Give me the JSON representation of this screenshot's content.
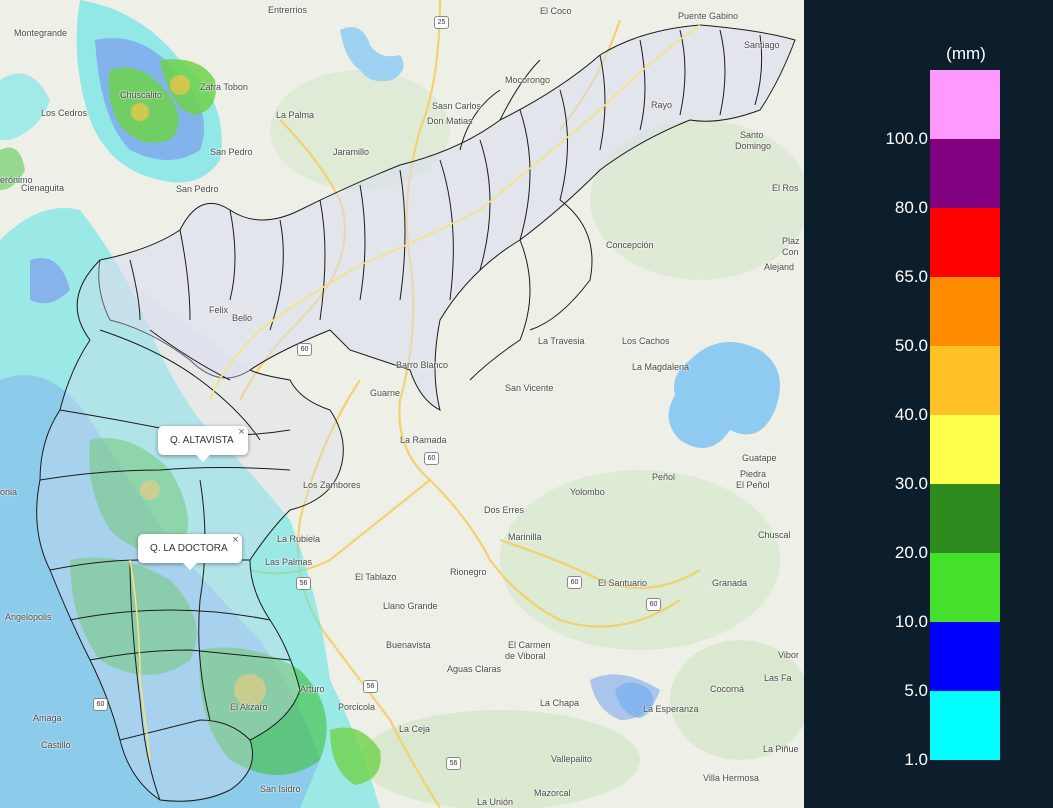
{
  "map": {
    "places": [
      {
        "name": "Montegrande"
      },
      {
        "name": "Entrerrios"
      },
      {
        "name": "El Coco"
      },
      {
        "name": "Puente Gabino"
      },
      {
        "name": "Santiago"
      },
      {
        "name": "Los Cedros"
      },
      {
        "name": "Chuscalito"
      },
      {
        "name": "Zafra Tobon"
      },
      {
        "name": "La Palma"
      },
      {
        "name": "Sasn Carlos"
      },
      {
        "name": "Don Matias"
      },
      {
        "name": "Mocorongo"
      },
      {
        "name": "San Pedro"
      },
      {
        "name": "Jaramillo"
      },
      {
        "name": "Santo"
      },
      {
        "name": "Domingo"
      },
      {
        "name": "erónimo"
      },
      {
        "name": "Cienaguita"
      },
      {
        "name": "San Pedro"
      },
      {
        "name": "El Ros"
      },
      {
        "name": "Concepción"
      },
      {
        "name": "Plaz"
      },
      {
        "name": "Con"
      },
      {
        "name": "Alejand"
      },
      {
        "name": "Bello"
      },
      {
        "name": "La Travesia"
      },
      {
        "name": "Los Cachos"
      },
      {
        "name": "La Magdalena"
      },
      {
        "name": "Barro Blanco"
      },
      {
        "name": "Guarne"
      },
      {
        "name": "San Vicente"
      },
      {
        "name": "La Ramada"
      },
      {
        "name": "Guatape"
      },
      {
        "name": "Peñol"
      },
      {
        "name": "Piedra"
      },
      {
        "name": "El Peñol"
      },
      {
        "name": "onia"
      },
      {
        "name": "Los Zambores"
      },
      {
        "name": "Yolombo"
      },
      {
        "name": "Dos Erres"
      },
      {
        "name": "La Rubiela"
      },
      {
        "name": "Marinilla"
      },
      {
        "name": "Chuscal"
      },
      {
        "name": "Las Palmas"
      },
      {
        "name": "El Tablazo"
      },
      {
        "name": "Rionegro"
      },
      {
        "name": "El Santuario"
      },
      {
        "name": "Granada"
      },
      {
        "name": "Llano Grande"
      },
      {
        "name": "Angelopolis"
      },
      {
        "name": "Buenavista"
      },
      {
        "name": "El Carmen"
      },
      {
        "name": "de Viboral"
      },
      {
        "name": "Aguas Claras"
      },
      {
        "name": "Vibor"
      },
      {
        "name": "Las Fa"
      },
      {
        "name": "Cocorná"
      },
      {
        "name": "Amaga"
      },
      {
        "name": "Porcicola"
      },
      {
        "name": "La Chapa"
      },
      {
        "name": "La Esperanza"
      },
      {
        "name": "Castillo"
      },
      {
        "name": "La Ceja"
      },
      {
        "name": "La Piñue"
      },
      {
        "name": "Vallepalito"
      },
      {
        "name": "Villa Hermosa"
      },
      {
        "name": "San Isidro"
      },
      {
        "name": "Mazorcal"
      },
      {
        "name": "La Unión"
      },
      {
        "name": "Arturo"
      },
      {
        "name": "El Alizaro"
      },
      {
        "name": "Rayo"
      },
      {
        "name": "Felix"
      }
    ],
    "shields": [
      {
        "label": "25"
      },
      {
        "label": "60"
      },
      {
        "label": "60"
      },
      {
        "label": "56"
      },
      {
        "label": "60"
      },
      {
        "label": "60"
      },
      {
        "label": "56"
      },
      {
        "label": "56"
      },
      {
        "label": "60"
      }
    ],
    "popups": [
      {
        "label": "Q. ALTAVISTA",
        "close": "×"
      },
      {
        "label": "Q. LA DOCTORA",
        "close": "×"
      }
    ]
  },
  "legend": {
    "unit": "(mm)",
    "ticks": [
      "100.0",
      "80.0",
      "65.0",
      "50.0",
      "40.0",
      "30.0",
      "20.0",
      "10.0",
      "5.0",
      "1.0"
    ],
    "colors": [
      "#ff99ff",
      "#800080",
      "#ff0000",
      "#ff8c00",
      "#ffc125",
      "#ffff4d",
      "#2e8b1e",
      "#44e02c",
      "#0000ff",
      "#00ffff"
    ]
  }
}
